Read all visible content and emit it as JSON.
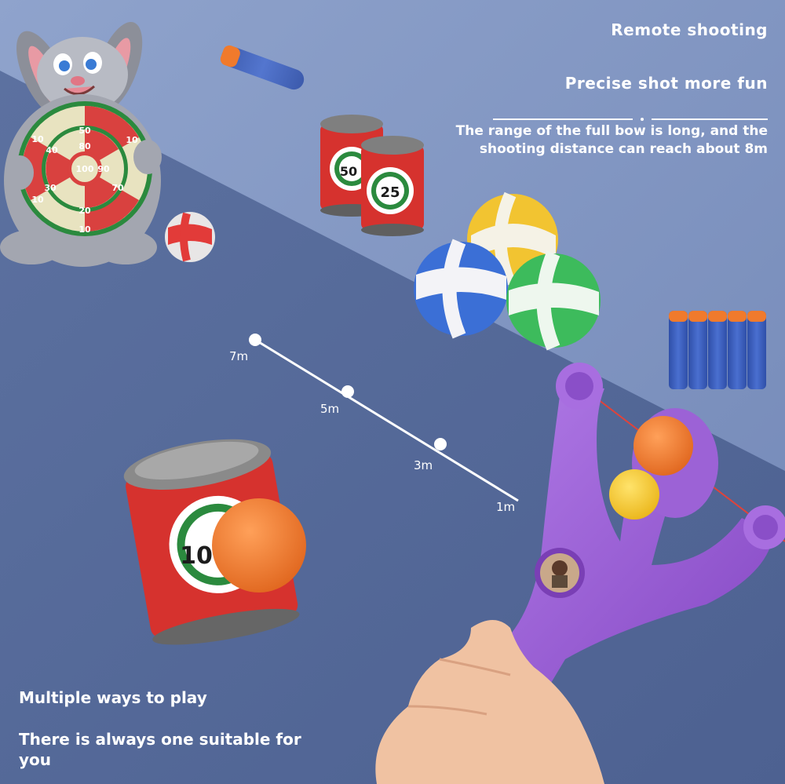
{
  "headline": "Remote shooting",
  "subheadline": "Precise shot more fun",
  "range_text_line1": "The range of the full bow is long, and the",
  "range_text_line2": "shooting distance can reach about 8m",
  "distance_labels": [
    "7m",
    "5m",
    "3m",
    "1m"
  ],
  "dartboard_numbers": [
    "50",
    "10",
    "40",
    "80",
    "10",
    "100",
    "90",
    "30",
    "70",
    "10",
    "20",
    "10"
  ],
  "can_numbers": [
    "50",
    "25",
    "10"
  ],
  "bottom_line1": "Multiple ways to play",
  "bottom_line2a": "There is always one suitable for",
  "bottom_line2b": "you",
  "colors": {
    "background_light": "#7f93bf",
    "background_dark": "#556a98",
    "slingshot": "#9a5fd1",
    "can_red": "#d6322e",
    "ball_orange": "#f07b2c"
  }
}
